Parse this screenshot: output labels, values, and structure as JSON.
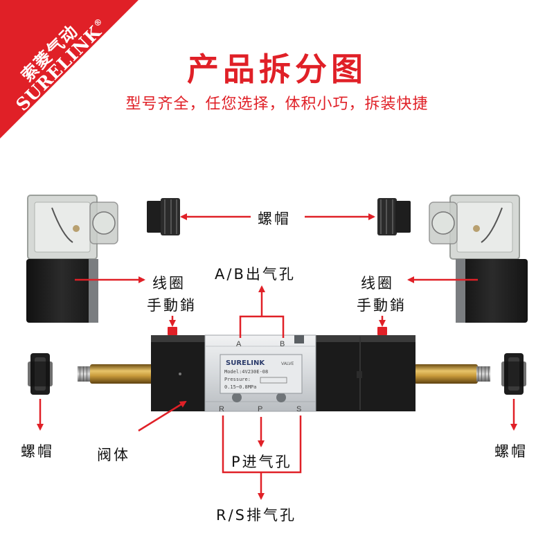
{
  "brand": {
    "name_cn": "索菱气动",
    "name_en": "SURELINK",
    "registered": "®"
  },
  "heading": {
    "title": "产品拆分图",
    "subtitle": "型号齐全，任您选择，体积小巧，拆装快捷"
  },
  "labels": {
    "nut_top": "螺帽",
    "coil_left": "线圈",
    "manual_left": "手動銷",
    "ab_outlet": "A/B出气孔",
    "coil_right": "线圈",
    "manual_right": "手動銷",
    "nut_bottom_left": "螺帽",
    "valve_body": "阀体",
    "p_inlet": "P进气孔",
    "rs_exhaust": "R/S排气孔",
    "nut_bottom_right": "螺帽"
  },
  "valve": {
    "brand_label": "SURELINK",
    "valve_label": "VALVE",
    "model": "Model:4V230E-08",
    "pressure": "Pressure:",
    "pressure_range": "0.15~0.8MPa",
    "port_a": "A",
    "port_b": "B",
    "port_r": "R",
    "port_p": "P",
    "port_s": "S"
  },
  "colors": {
    "accent": "#e02027",
    "text": "#111111",
    "body_metal": "#dadde0",
    "dark": "#1c1c1c"
  }
}
